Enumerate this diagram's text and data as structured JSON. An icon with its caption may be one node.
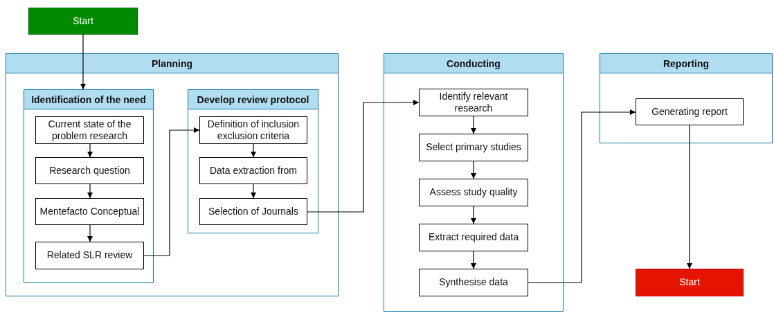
{
  "diagram": {
    "nodes": [
      {
        "text": [
          "Start"
        ]
      },
      {
        "text": [
          "Planning"
        ]
      },
      {
        "text": [
          "Identification of the need"
        ],
        "in": 1
      },
      {
        "text": [
          "Current state of the problem research"
        ],
        "in": 2
      },
      {
        "text": [
          "Research question"
        ],
        "in": 2
      },
      {
        "text": [
          "Mentefacto Conceptual"
        ],
        "in": 2
      },
      {
        "text": [
          "Related SLR review"
        ],
        "in": 2
      },
      {
        "text": [
          "Develop review protocol"
        ],
        "in": 1
      },
      {
        "text": [
          "Definition of inclusion exclusion criteria"
        ],
        "in": 7
      },
      {
        "text": [
          "Data extraction from"
        ],
        "in": 7
      },
      {
        "text": [
          "Selection of Journals"
        ],
        "in": 7
      },
      {
        "text": [
          "Conducting"
        ]
      },
      {
        "text": [
          "Identify relevant research"
        ],
        "in": 11
      },
      {
        "text": [
          "Select primary studies"
        ],
        "in": 11
      },
      {
        "text": [
          "Assess study quality"
        ],
        "in": 11
      },
      {
        "text": [
          "Extract required data"
        ],
        "in": 11
      },
      {
        "text": [
          "Synthesise data"
        ],
        "in": 11
      },
      {
        "text": [
          "Reporting"
        ]
      },
      {
        "text": [
          "Generating report"
        ],
        "in": 17
      },
      {
        "text": [
          "Start"
        ]
      }
    ],
    "edges": [
      {
        "from": 0,
        "to": 2,
        "arrow": "to"
      },
      {
        "from": 3,
        "to": 4,
        "arrow": "to"
      },
      {
        "from": 4,
        "to": 5,
        "arrow": "to"
      },
      {
        "from": 5,
        "to": 6,
        "arrow": "to"
      },
      {
        "from": 6,
        "to": 8,
        "arrow": "to"
      },
      {
        "from": 8,
        "to": 9,
        "arrow": "to"
      },
      {
        "from": 9,
        "to": 10,
        "arrow": "to"
      },
      {
        "from": 10,
        "to": 12,
        "arrow": "to"
      },
      {
        "from": 12,
        "to": 13,
        "arrow": "to"
      },
      {
        "from": 13,
        "to": 14,
        "arrow": "to"
      },
      {
        "from": 14,
        "to": 15,
        "arrow": "to"
      },
      {
        "from": 15,
        "to": 16,
        "arrow": "to"
      },
      {
        "from": 16,
        "to": 18,
        "arrow": "to"
      },
      {
        "from": 18,
        "to": 19,
        "arrow": "to"
      }
    ]
  }
}
